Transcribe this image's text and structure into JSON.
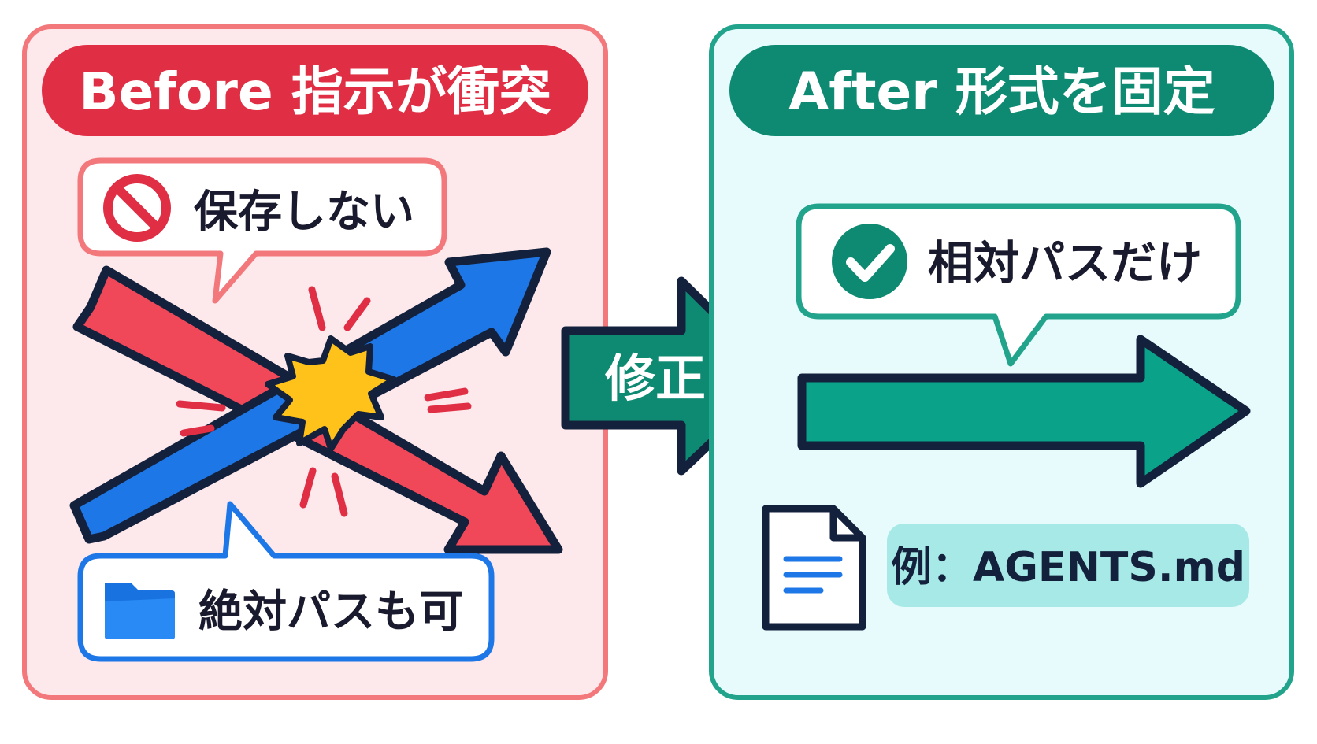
{
  "before": {
    "title": "Before 指示が衝突",
    "bubble_no_save": "保存しない",
    "bubble_absolute_ok": "絶対パスも可"
  },
  "middle": {
    "arrow_label": "修正"
  },
  "after": {
    "title": "After 形式を固定",
    "bubble_relative_only": "相対パスだけ",
    "example_label": "例：AGENTS.md"
  },
  "colors": {
    "before_border": "#f3787c",
    "before_bg": "#fde9ec",
    "before_header": "#e02f44",
    "red_arrow": "#f04858",
    "blue_arrow": "#1e77e6",
    "burst": "#ffc21a",
    "teal_dark": "#0f8a72",
    "teal_arrow": "#0aa389",
    "after_border": "#22a48c",
    "after_bg": "#e8fbfc",
    "example_bg": "#a6e9e6",
    "outline": "#14213d"
  },
  "icons": {
    "no_entry": "prohibited-icon",
    "folder": "folder-icon",
    "check": "check-circle-icon",
    "document": "document-icon",
    "collision": "collision-burst-icon"
  }
}
